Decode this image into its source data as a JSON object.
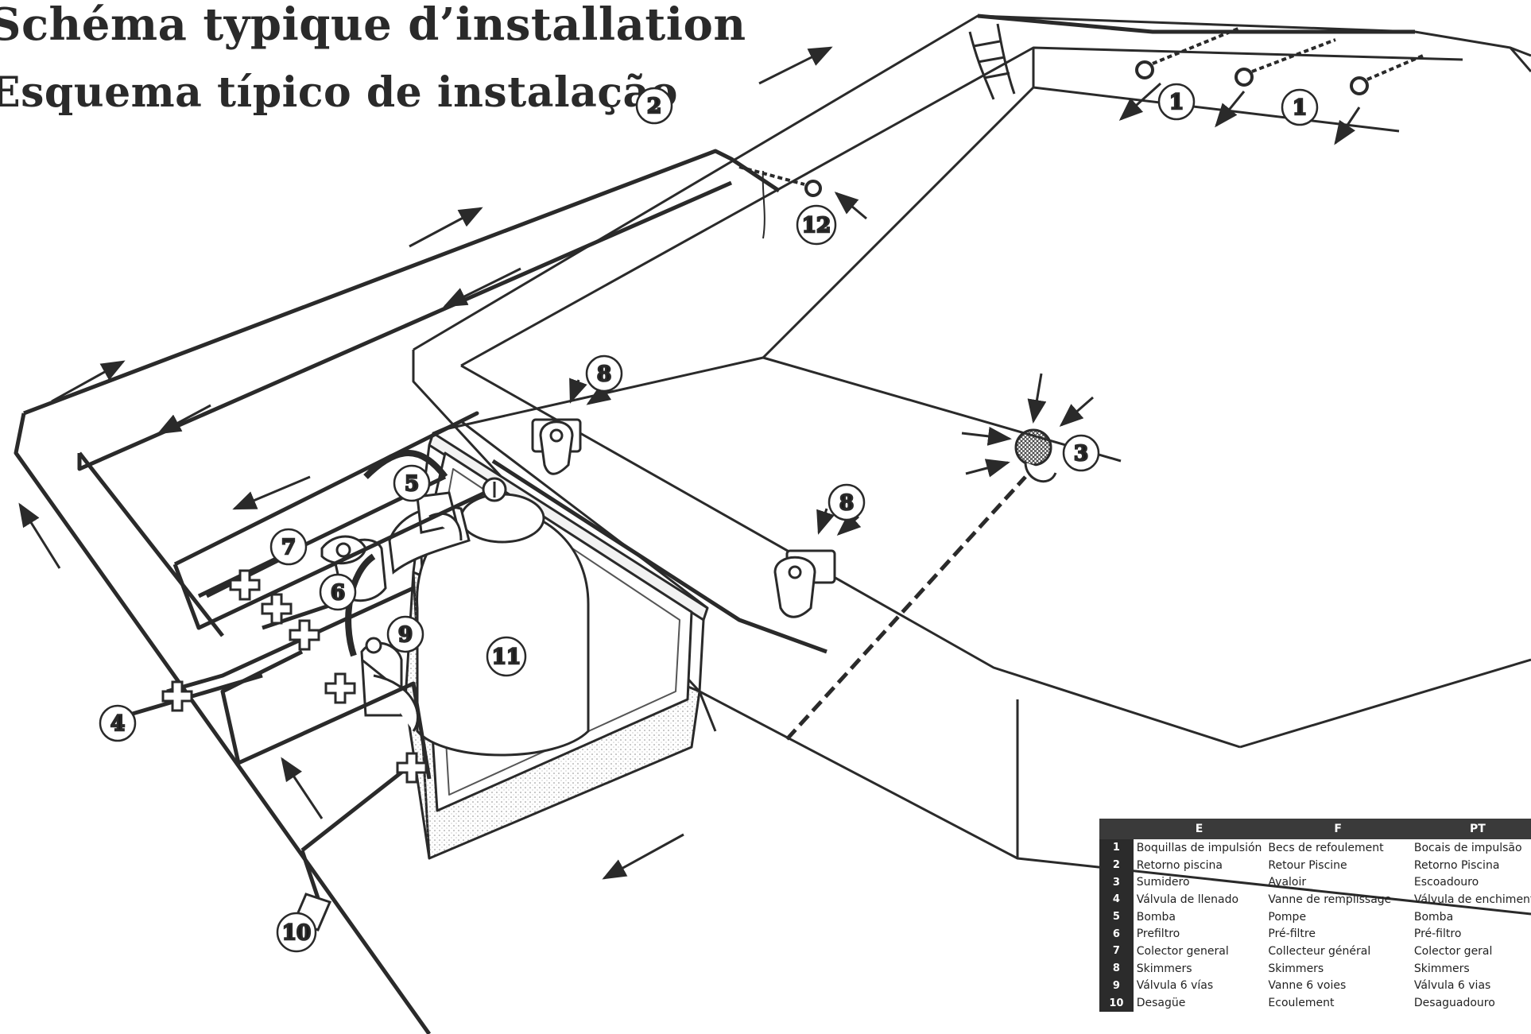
{
  "titles": {
    "fr": "Schéma typique d’installation",
    "pt": "Esquema típico de instalação"
  },
  "callouts": {
    "c1a": "1",
    "c1b": "1",
    "c2": "2",
    "c3": "3",
    "c4": "4",
    "c5": "5",
    "c6": "6",
    "c7": "7",
    "c8a": "8",
    "c8b": "8",
    "c9": "9",
    "c10": "10",
    "c11": "11",
    "c12": "12"
  },
  "legend": {
    "headers": {
      "num": "",
      "e": "E",
      "f": "F",
      "pt": "PT"
    },
    "rows": [
      {
        "num": "1",
        "e": "Boquillas de impulsión",
        "f": "Becs de refoulement",
        "pt": "Bocais de impulsão"
      },
      {
        "num": "2",
        "e": "Retorno piscina",
        "f": "Retour Piscine",
        "pt": "Retorno Piscina"
      },
      {
        "num": "3",
        "e": "Sumidero",
        "f": "Avaloir",
        "pt": "Escoadouro"
      },
      {
        "num": "4",
        "e": "Válvula de llenado",
        "f": "Vanne de remplissage",
        "pt": "Válvula de enchimento"
      },
      {
        "num": "5",
        "e": "Bomba",
        "f": "Pompe",
        "pt": "Bomba"
      },
      {
        "num": "6",
        "e": "Prefiltro",
        "f": "Pré-filtre",
        "pt": "Pré-filtro"
      },
      {
        "num": "7",
        "e": "Colector general",
        "f": "Collecteur général",
        "pt": "Colector geral"
      },
      {
        "num": "8",
        "e": "Skimmers",
        "f": "Skimmers",
        "pt": "Skimmers"
      },
      {
        "num": "9",
        "e": "Válvula 6 vías",
        "f": "Vanne 6 voies",
        "pt": "Válvula 6 vias"
      },
      {
        "num": "10",
        "e": "Desagüe",
        "f": "Ecoulement",
        "pt": "Desaguadouro"
      }
    ]
  },
  "colors": {
    "line": "#2a2a2a",
    "pipe": "#3a3a3a",
    "legend_header": "#3a3a3a",
    "legend_num": "#2b2b2b"
  }
}
